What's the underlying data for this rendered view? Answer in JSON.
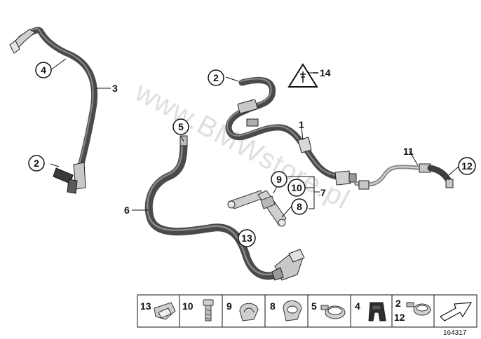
{
  "watermark": "www.BMWstore.pl",
  "diagram_ref": "164317",
  "callouts": {
    "c1": "1",
    "c2a": "2",
    "c2b": "2",
    "c3": "3",
    "c4": "4",
    "c5": "5",
    "c6": "6",
    "c7": "7",
    "c8": "8",
    "c9": "9",
    "c10": "10",
    "c11": "11",
    "c12": "12",
    "c13": "13",
    "c14": "14"
  },
  "legend": [
    {
      "num": "13",
      "icon": "clip-icon"
    },
    {
      "num": "10",
      "icon": "bolt-icon"
    },
    {
      "num": "9",
      "icon": "clip-icon"
    },
    {
      "num": "8",
      "icon": "clip-icon"
    },
    {
      "num": "5",
      "icon": "hose-clamp-icon"
    },
    {
      "num": "4",
      "icon": "rubber-mount-icon"
    },
    {
      "num": "2",
      "num2": "12",
      "icon": "hose-clamp-icon"
    },
    {
      "icon": "arrow-icon"
    }
  ],
  "colors": {
    "hose": "#4a4a4a",
    "hose_highlight": "#8a8a8a",
    "metal": "#b8b8b8",
    "line": "#111111"
  }
}
